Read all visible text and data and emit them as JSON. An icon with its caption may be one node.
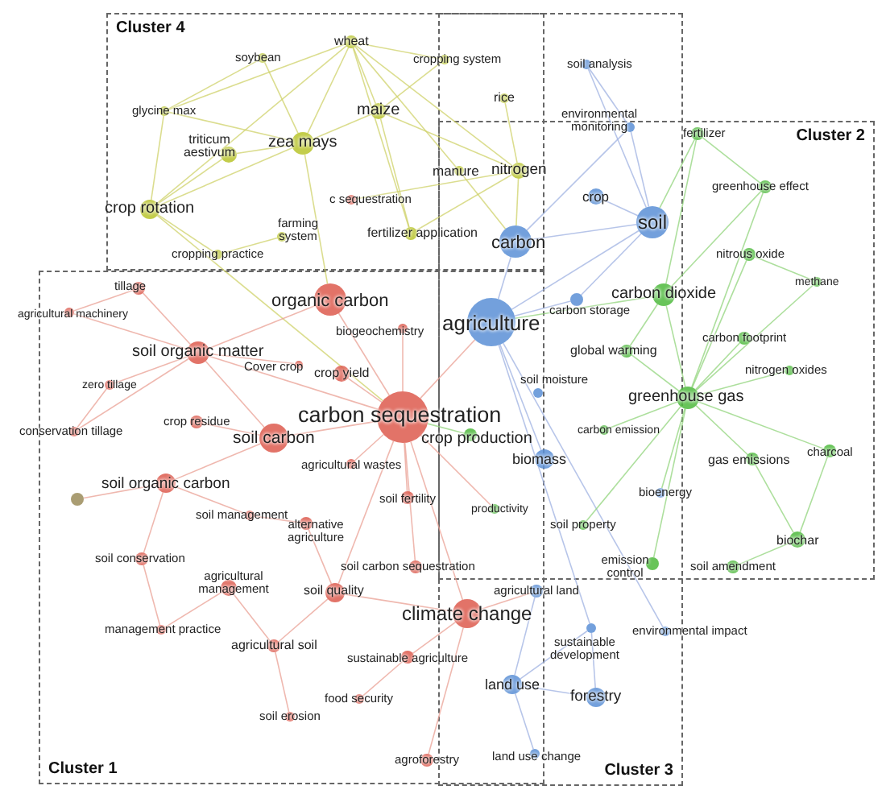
{
  "diagram": {
    "nodes": [
      {
        "text": [
          "soybean"
        ]
      },
      {
        "text": [
          "wheat"
        ]
      },
      {
        "text": [
          "cropping system"
        ]
      },
      {
        "text": [
          "soil analysis"
        ]
      },
      {
        "text": [
          "rice"
        ]
      },
      {
        "text": [
          "glycine max"
        ]
      },
      {
        "text": [
          "maize"
        ]
      },
      {
        "text": [
          "environmental monitoring"
        ]
      },
      {
        "text": [
          "fertilizer"
        ]
      },
      {
        "text": [
          "zea mays"
        ]
      },
      {
        "text": [
          "triticum aestivum"
        ]
      },
      {
        "text": [
          "manure"
        ]
      },
      {
        "text": [
          "nitrogen"
        ]
      },
      {
        "text": [
          "greenhouse effect"
        ]
      },
      {
        "text": [
          "crop"
        ]
      },
      {
        "text": [
          "c sequestration"
        ]
      },
      {
        "text": [
          "crop rotation"
        ]
      },
      {
        "text": [
          "soil"
        ]
      },
      {
        "text": [
          "farming system"
        ]
      },
      {
        "text": [
          "fertilizer application"
        ]
      },
      {
        "text": [
          "carbon"
        ]
      },
      {
        "text": [
          "cropping practice"
        ]
      },
      {
        "text": [
          "nitrous oxide"
        ]
      },
      {
        "text": [
          "methane"
        ]
      },
      {
        "text": [
          "tillage"
        ]
      },
      {
        "text": [
          "organic carbon"
        ]
      },
      {
        "text": [
          "carbon dioxide"
        ]
      },
      {
        "text": [
          "carbon storage"
        ]
      },
      {
        "text": [
          "agricultural machinery"
        ]
      },
      {
        "text": [
          "agriculture"
        ]
      },
      {
        "text": [
          "biogeochemistry"
        ]
      },
      {
        "text": [
          "carbon footprint"
        ]
      },
      {
        "text": [
          "global warming"
        ]
      },
      {
        "text": [
          "soil organic matter"
        ]
      },
      {
        "text": [
          "Cover crop"
        ]
      },
      {
        "text": [
          "crop yield"
        ]
      },
      {
        "text": [
          "nitrogen oxides"
        ]
      },
      {
        "text": [
          "zero tillage"
        ]
      },
      {
        "text": [
          "soil moisture"
        ]
      },
      {
        "text": [
          "greenhouse gas"
        ]
      },
      {
        "text": [
          "carbon sequestration"
        ]
      },
      {
        "text": [
          "crop residue"
        ]
      },
      {
        "text": [
          "crop production"
        ]
      },
      {
        "text": [
          "carbon emission"
        ]
      },
      {
        "text": [
          "conservation tillage"
        ]
      },
      {
        "text": [
          "soil carbon"
        ]
      },
      {
        "text": [
          "charcoal"
        ]
      },
      {
        "text": [
          "gas emissions"
        ]
      },
      {
        "text": [
          "biomass"
        ]
      },
      {
        "text": [
          "agricultural wastes"
        ]
      },
      {
        "text": [
          "soil organic carbon"
        ]
      },
      {
        "text": [
          "soil fertility"
        ]
      },
      {
        "text": [
          "bioenergy"
        ]
      },
      {
        "text": [],
        "shape": "circle"
      },
      {
        "text": [
          "productivity"
        ]
      },
      {
        "text": [
          "soil management"
        ]
      },
      {
        "text": [
          "alternative agriculture"
        ]
      },
      {
        "text": [
          "soil property"
        ]
      },
      {
        "text": [
          "biochar"
        ]
      },
      {
        "text": [
          "soil conservation"
        ]
      },
      {
        "text": [
          "emission control"
        ]
      },
      {
        "text": [
          "soil amendment"
        ]
      },
      {
        "text": [
          "soil carbon sequestration"
        ]
      },
      {
        "text": [
          "agricultural management"
        ]
      },
      {
        "text": [
          "soil quality"
        ]
      },
      {
        "text": [
          "agricultural land"
        ]
      },
      {
        "text": [
          "climate change"
        ]
      },
      {
        "text": [
          "management practice"
        ]
      },
      {
        "text": [
          "sustainable development"
        ]
      },
      {
        "text": [
          "environmental impact"
        ]
      },
      {
        "text": [
          "agricultural soil"
        ]
      },
      {
        "text": [
          "sustainable agriculture"
        ]
      },
      {
        "text": [
          "land use"
        ]
      },
      {
        "text": [
          "forestry"
        ]
      },
      {
        "text": [
          "food security"
        ]
      },
      {
        "text": [
          "soil erosion"
        ]
      },
      {
        "text": [
          "land use change"
        ]
      },
      {
        "text": [
          "agroforestry"
        ]
      }
    ],
    "edges": [
      {
        "from": 1,
        "to": 9,
        "arrow": "none",
        "color": "#cfd26a"
      },
      {
        "from": 1,
        "to": 6,
        "arrow": "none",
        "color": "#cfd26a"
      },
      {
        "from": 1,
        "to": 16,
        "arrow": "none",
        "color": "#cfd26a"
      },
      {
        "from": 1,
        "to": 5,
        "arrow": "none",
        "color": "#cfd26a"
      },
      {
        "from": 1,
        "to": 2,
        "arrow": "none",
        "color": "#cfd26a"
      },
      {
        "from": 1,
        "to": 19,
        "arrow": "none",
        "color": "#cfd26a"
      },
      {
        "from": 1,
        "to": 11,
        "arrow": "none",
        "color": "#cfd26a"
      },
      {
        "from": 1,
        "to": 12,
        "arrow": "none",
        "color": "#cfd26a"
      },
      {
        "from": 0,
        "to": 9,
        "arrow": "none",
        "color": "#cfd26a"
      },
      {
        "from": 0,
        "to": 5,
        "arrow": "none",
        "color": "#cfd26a"
      },
      {
        "from": 5,
        "to": 16,
        "arrow": "none",
        "color": "#cfd26a"
      },
      {
        "from": 5,
        "to": 9,
        "arrow": "none",
        "color": "#cfd26a"
      },
      {
        "from": 6,
        "to": 9,
        "arrow": "none",
        "color": "#cfd26a"
      },
      {
        "from": 6,
        "to": 12,
        "arrow": "none",
        "color": "#cfd26a"
      },
      {
        "from": 6,
        "to": 19,
        "arrow": "none",
        "color": "#cfd26a"
      },
      {
        "from": 9,
        "to": 16,
        "arrow": "none",
        "color": "#cfd26a"
      },
      {
        "from": 9,
        "to": 10,
        "arrow": "none",
        "color": "#cfd26a"
      },
      {
        "from": 9,
        "to": 25,
        "arrow": "none",
        "color": "#cfd26a"
      },
      {
        "from": 10,
        "to": 16,
        "arrow": "none",
        "color": "#cfd26a"
      },
      {
        "from": 16,
        "to": 21,
        "arrow": "none",
        "color": "#cfd26a"
      },
      {
        "from": 16,
        "to": 40,
        "arrow": "none",
        "color": "#cfd26a"
      },
      {
        "from": 4,
        "to": 12,
        "arrow": "none",
        "color": "#cfd26a"
      },
      {
        "from": 2,
        "to": 6,
        "arrow": "none",
        "color": "#cfd26a"
      },
      {
        "from": 18,
        "to": 21,
        "arrow": "none",
        "color": "#cfd26a"
      },
      {
        "from": 19,
        "to": 12,
        "arrow": "none",
        "color": "#cfd26a"
      },
      {
        "from": 11,
        "to": 20,
        "arrow": "none",
        "color": "#cfd26a"
      },
      {
        "from": 12,
        "to": 20,
        "arrow": "none",
        "color": "#cfd26a"
      },
      {
        "from": 15,
        "to": 12,
        "arrow": "none",
        "color": "#cfd26a"
      },
      {
        "from": 3,
        "to": 7,
        "arrow": "none",
        "color": "#9fb2e2"
      },
      {
        "from": 3,
        "to": 17,
        "arrow": "none",
        "color": "#9fb2e2"
      },
      {
        "from": 7,
        "to": 17,
        "arrow": "none",
        "color": "#9fb2e2"
      },
      {
        "from": 7,
        "to": 20,
        "arrow": "none",
        "color": "#9fb2e2"
      },
      {
        "from": 14,
        "to": 17,
        "arrow": "none",
        "color": "#9fb2e2"
      },
      {
        "from": 17,
        "to": 20,
        "arrow": "none",
        "color": "#9fb2e2"
      },
      {
        "from": 20,
        "to": 29,
        "arrow": "none",
        "color": "#9fb2e2"
      },
      {
        "from": 29,
        "to": 27,
        "arrow": "none",
        "color": "#9fb2e2"
      },
      {
        "from": 29,
        "to": 48,
        "arrow": "none",
        "color": "#9fb2e2"
      },
      {
        "from": 72,
        "to": 68,
        "arrow": "none",
        "color": "#9fb2e2"
      },
      {
        "from": 72,
        "to": 76,
        "arrow": "none",
        "color": "#9fb2e2"
      },
      {
        "from": 73,
        "to": 72,
        "arrow": "none",
        "color": "#9fb2e2"
      },
      {
        "from": 73,
        "to": 68,
        "arrow": "none",
        "color": "#9fb2e2"
      },
      {
        "from": 68,
        "to": 29,
        "arrow": "none",
        "color": "#9fb2e2"
      },
      {
        "from": 69,
        "to": 29,
        "arrow": "none",
        "color": "#9fb2e2"
      },
      {
        "from": 65,
        "to": 72,
        "arrow": "none",
        "color": "#9fb2e2"
      },
      {
        "from": 17,
        "to": 27,
        "arrow": "none",
        "color": "#9fb2e2"
      },
      {
        "from": 17,
        "to": 29,
        "arrow": "none",
        "color": "#9fb2e2"
      },
      {
        "from": 8,
        "to": 17,
        "arrow": "none",
        "color": "#92d47c"
      },
      {
        "from": 8,
        "to": 26,
        "arrow": "none",
        "color": "#92d47c"
      },
      {
        "from": 13,
        "to": 39,
        "arrow": "none",
        "color": "#92d47c"
      },
      {
        "from": 13,
        "to": 26,
        "arrow": "none",
        "color": "#92d47c"
      },
      {
        "from": 22,
        "to": 39,
        "arrow": "none",
        "color": "#92d47c"
      },
      {
        "from": 23,
        "to": 39,
        "arrow": "none",
        "color": "#92d47c"
      },
      {
        "from": 26,
        "to": 39,
        "arrow": "none",
        "color": "#92d47c"
      },
      {
        "from": 31,
        "to": 39,
        "arrow": "none",
        "color": "#92d47c"
      },
      {
        "from": 32,
        "to": 39,
        "arrow": "none",
        "color": "#92d47c"
      },
      {
        "from": 36,
        "to": 39,
        "arrow": "none",
        "color": "#92d47c"
      },
      {
        "from": 39,
        "to": 47,
        "arrow": "none",
        "color": "#92d47c"
      },
      {
        "from": 39,
        "to": 46,
        "arrow": "none",
        "color": "#92d47c"
      },
      {
        "from": 58,
        "to": 47,
        "arrow": "none",
        "color": "#92d47c"
      },
      {
        "from": 58,
        "to": 61,
        "arrow": "none",
        "color": "#92d47c"
      },
      {
        "from": 58,
        "to": 46,
        "arrow": "none",
        "color": "#92d47c"
      },
      {
        "from": 26,
        "to": 32,
        "arrow": "none",
        "color": "#92d47c"
      },
      {
        "from": 26,
        "to": 29,
        "arrow": "none",
        "color": "#92d47c"
      },
      {
        "from": 52,
        "to": 39,
        "arrow": "none",
        "color": "#92d47c"
      },
      {
        "from": 60,
        "to": 39,
        "arrow": "none",
        "color": "#92d47c"
      },
      {
        "from": 43,
        "to": 39,
        "arrow": "none",
        "color": "#92d47c"
      },
      {
        "from": 42,
        "to": 40,
        "arrow": "none",
        "color": "#92d47c"
      },
      {
        "from": 57,
        "to": 39,
        "arrow": "none",
        "color": "#92d47c"
      },
      {
        "from": 8,
        "to": 13,
        "arrow": "none",
        "color": "#92d47c"
      },
      {
        "from": 22,
        "to": 23,
        "arrow": "none",
        "color": "#92d47c"
      },
      {
        "from": 40,
        "to": 45,
        "arrow": "none"
      },
      {
        "from": 40,
        "to": 25,
        "arrow": "none"
      },
      {
        "from": 40,
        "to": 33,
        "arrow": "none"
      },
      {
        "from": 40,
        "to": 29,
        "arrow": "none"
      },
      {
        "from": 40,
        "to": 66,
        "arrow": "none"
      },
      {
        "from": 40,
        "to": 35,
        "arrow": "none"
      },
      {
        "from": 40,
        "to": 49,
        "arrow": "none"
      },
      {
        "from": 40,
        "to": 51,
        "arrow": "none"
      },
      {
        "from": 25,
        "to": 33,
        "arrow": "none"
      },
      {
        "from": 33,
        "to": 45,
        "arrow": "none"
      },
      {
        "from": 33,
        "to": 24,
        "arrow": "none"
      },
      {
        "from": 33,
        "to": 28,
        "arrow": "none"
      },
      {
        "from": 33,
        "to": 37,
        "arrow": "none"
      },
      {
        "from": 33,
        "to": 44,
        "arrow": "none"
      },
      {
        "from": 24,
        "to": 28,
        "arrow": "none"
      },
      {
        "from": 37,
        "to": 44,
        "arrow": "none"
      },
      {
        "from": 45,
        "to": 50,
        "arrow": "none"
      },
      {
        "from": 45,
        "to": 41,
        "arrow": "none"
      },
      {
        "from": 50,
        "to": 53,
        "arrow": "none"
      },
      {
        "from": 50,
        "to": 59,
        "arrow": "none"
      },
      {
        "from": 50,
        "to": 55,
        "arrow": "none"
      },
      {
        "from": 59,
        "to": 67,
        "arrow": "none"
      },
      {
        "from": 63,
        "to": 70,
        "arrow": "none"
      },
      {
        "from": 70,
        "to": 64,
        "arrow": "none"
      },
      {
        "from": 64,
        "to": 66,
        "arrow": "none"
      },
      {
        "from": 66,
        "to": 71,
        "arrow": "none"
      },
      {
        "from": 71,
        "to": 74,
        "arrow": "none"
      },
      {
        "from": 66,
        "to": 77,
        "arrow": "none"
      },
      {
        "from": 75,
        "to": 70,
        "arrow": "none"
      },
      {
        "from": 55,
        "to": 56,
        "arrow": "none"
      },
      {
        "from": 62,
        "to": 40,
        "arrow": "none"
      },
      {
        "from": 64,
        "to": 40,
        "arrow": "none"
      },
      {
        "from": 66,
        "to": 65,
        "arrow": "none"
      },
      {
        "from": 30,
        "to": 40,
        "arrow": "none"
      },
      {
        "from": 34,
        "to": 33,
        "arrow": "none"
      },
      {
        "from": 56,
        "to": 64,
        "arrow": "none"
      },
      {
        "from": 54,
        "to": 40,
        "arrow": "none"
      },
      {
        "from": 67,
        "to": 63,
        "arrow": "none"
      }
    ],
    "labels": [
      "Cluster 4",
      "Cluster 2",
      "Cluster 1",
      "Cluster 3"
    ]
  }
}
